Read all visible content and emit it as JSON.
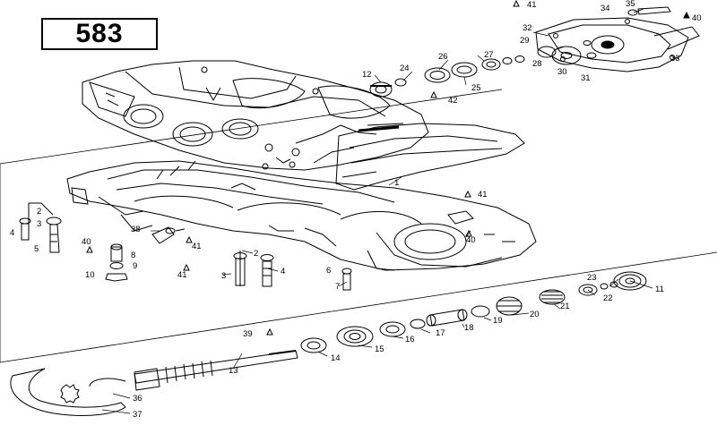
{
  "model": "583",
  "callouts": [
    {
      "id": "c41a",
      "text": "41"
    },
    {
      "id": "c34",
      "text": "34"
    },
    {
      "id": "c35",
      "text": "35"
    },
    {
      "id": "c40a",
      "text": "40"
    },
    {
      "id": "c32",
      "text": "32"
    },
    {
      "id": "c29",
      "text": "29"
    },
    {
      "id": "c33",
      "text": "33"
    },
    {
      "id": "c28",
      "text": "28"
    },
    {
      "id": "c30",
      "text": "30"
    },
    {
      "id": "c31",
      "text": "31"
    },
    {
      "id": "c27",
      "text": "27"
    },
    {
      "id": "c26",
      "text": "26"
    },
    {
      "id": "c24",
      "text": "24"
    },
    {
      "id": "c12",
      "text": "12"
    },
    {
      "id": "c25",
      "text": "25"
    },
    {
      "id": "c42",
      "text": "42"
    },
    {
      "id": "c1",
      "text": "1"
    },
    {
      "id": "c41b",
      "text": "41"
    },
    {
      "id": "c2a",
      "text": "2"
    },
    {
      "id": "c3a",
      "text": "3"
    },
    {
      "id": "c4a",
      "text": "4"
    },
    {
      "id": "c5",
      "text": "5"
    },
    {
      "id": "c38",
      "text": "38"
    },
    {
      "id": "c40b",
      "text": "40"
    },
    {
      "id": "c41c",
      "text": "41"
    },
    {
      "id": "c40c",
      "text": "40"
    },
    {
      "id": "c8",
      "text": "8"
    },
    {
      "id": "c9",
      "text": "9"
    },
    {
      "id": "c10",
      "text": "10"
    },
    {
      "id": "c2b",
      "text": "2"
    },
    {
      "id": "c41d",
      "text": "41"
    },
    {
      "id": "c3b",
      "text": "3"
    },
    {
      "id": "c4b",
      "text": "4"
    },
    {
      "id": "c6",
      "text": "6"
    },
    {
      "id": "c7",
      "text": "7"
    },
    {
      "id": "c23",
      "text": "23"
    },
    {
      "id": "c11",
      "text": "11"
    },
    {
      "id": "c21",
      "text": "21"
    },
    {
      "id": "c22",
      "text": "22"
    },
    {
      "id": "c20",
      "text": "20"
    },
    {
      "id": "c19",
      "text": "19"
    },
    {
      "id": "c18",
      "text": "18"
    },
    {
      "id": "c17",
      "text": "17"
    },
    {
      "id": "c16",
      "text": "16"
    },
    {
      "id": "c15",
      "text": "15"
    },
    {
      "id": "c39",
      "text": "39"
    },
    {
      "id": "c14",
      "text": "14"
    },
    {
      "id": "c13",
      "text": "13"
    },
    {
      "id": "c36",
      "text": "36"
    },
    {
      "id": "c37",
      "text": "37"
    }
  ]
}
